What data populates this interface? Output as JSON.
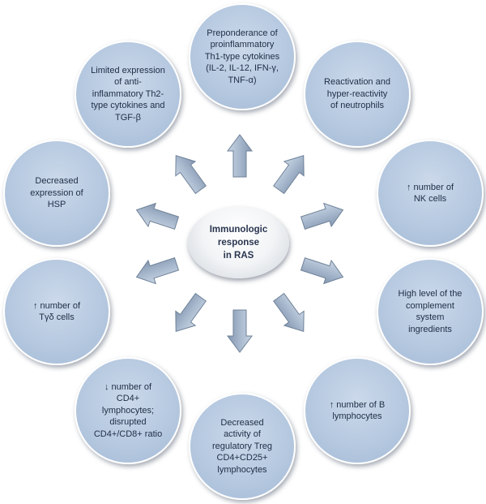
{
  "center": {
    "label": "Immunologic\nresponse\nin RAS"
  },
  "nodes": [
    {
      "id": "th1",
      "label": "Preponderance of\nproinflammatory\nTh1-type cytokines\n(IL-2, IL-12, IFN-γ,\nTNF-α)"
    },
    {
      "id": "neutrophils",
      "label": "Reactivation and\nhyper-reactivity\nof  neutrophils"
    },
    {
      "id": "nk",
      "label": "↑ number of\nNK cells"
    },
    {
      "id": "complement",
      "label": "High level of the\ncomplement\nsystem\ningredients"
    },
    {
      "id": "b-lymphocytes",
      "label": "↑ number of B\nlymphocytes"
    },
    {
      "id": "treg",
      "label": "Decreased\nactivity of\nregulatory Treg\nCD4+CD25+\nlymphocytes"
    },
    {
      "id": "cd4",
      "label": "↓ number of\nCD4+\nlymphocytes;\ndisrupted\nCD4+/CD8+ ratio"
    },
    {
      "id": "tgd",
      "label": "↑ number of\nTγδ cells"
    },
    {
      "id": "hsp",
      "label": "Decreased\nexpression of\nHSP"
    },
    {
      "id": "th2",
      "label": "Limited expression\nof anti-\ninflammatory Th2-\ntype cytokines and\nTGF-β"
    }
  ],
  "colors": {
    "node_fill": "#b6c9e0",
    "arrow_fill": "#9fb1c9",
    "arrow_stroke": "#6f8298",
    "text": "#1f2d45"
  }
}
